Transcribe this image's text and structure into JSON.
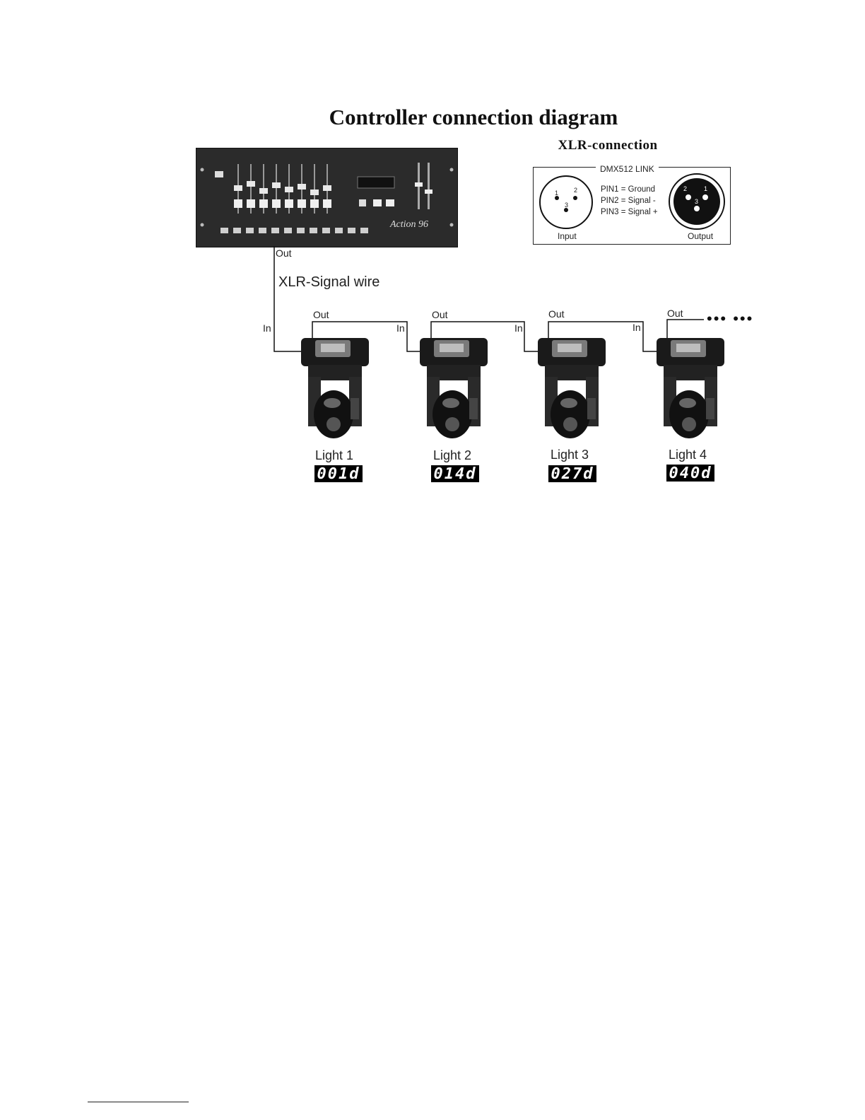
{
  "diagram": {
    "title": "Controller connection diagram",
    "controller": {
      "brand": "Action 96",
      "out_label": "Out"
    },
    "xlr": {
      "title": "XLR-connection",
      "link_label": "DMX512 LINK",
      "pins": [
        "PIN1 = Ground",
        "PIN2 = Signal -",
        "PIN3 = Signal +"
      ],
      "input_label": "Input",
      "output_label": "Output",
      "pin_numbers": [
        "1",
        "2",
        "3"
      ]
    },
    "signal_wire_label": "XLR-Signal wire",
    "lights": [
      {
        "name": "Light 1",
        "in_label": "In",
        "out_label": "Out",
        "display": "001d"
      },
      {
        "name": "Light 2",
        "in_label": "In",
        "out_label": "Out",
        "display": "014d"
      },
      {
        "name": "Light 3",
        "in_label": "In",
        "out_label": "Out",
        "display": "027d"
      },
      {
        "name": "Light 4",
        "in_label": "In",
        "out_label": "Out",
        "display": "040d"
      }
    ],
    "continuation": "••• •••"
  }
}
